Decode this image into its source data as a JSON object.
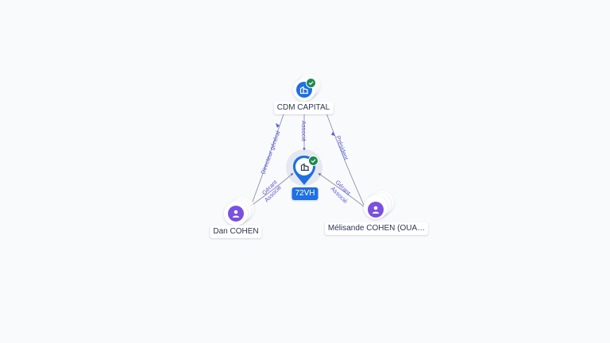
{
  "nodes": {
    "cdm": {
      "name": "CDM CAPITAL",
      "type_icon": "building-icon",
      "verified_icon": "check-icon"
    },
    "vh": {
      "name": "72VH",
      "type_icon": "building-icon",
      "verified_icon": "check-icon",
      "selected": true
    },
    "dan": {
      "name": "Dan COHEN",
      "type_icon": "person-icon"
    },
    "melisande": {
      "name": "Mélisande COHEN (OUA…",
      "type_icon": "person-icon"
    }
  },
  "edges": {
    "cdm_vh": "Associé",
    "cdm_dan": "Directeur général",
    "cdm_melisande": "Président",
    "dan_vh_1": "Gérant",
    "dan_vh_2": "Associé",
    "melisande_vh_1": "Gérant",
    "melisande_vh_2": "Associé"
  },
  "colors": {
    "edge": "#8a91a6",
    "edge_label": "#5b5bd6",
    "company": "#1f6fe5",
    "person": "#7b4fe0",
    "verified": "#1e8a4f",
    "background": "#f9fafc"
  }
}
